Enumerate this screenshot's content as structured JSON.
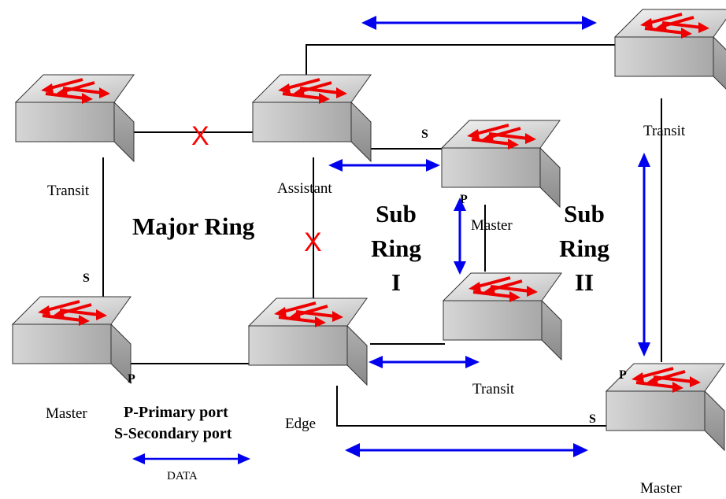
{
  "devices": [
    {
      "key": "transit-left",
      "label": "Transit"
    },
    {
      "key": "assistant",
      "label": "Assistant"
    },
    {
      "key": "transit-right",
      "label": "Transit"
    },
    {
      "key": "master-sub1",
      "label": "Master"
    },
    {
      "key": "master-left",
      "label": "Master"
    },
    {
      "key": "edge",
      "label": "Edge"
    },
    {
      "key": "transit-sub1",
      "label": "Transit"
    },
    {
      "key": "master-sub2",
      "label": "Master"
    }
  ],
  "rings": {
    "major": "Major Ring",
    "sub1": [
      "Sub",
      "Ring",
      "I"
    ],
    "sub2": [
      "Sub",
      "Ring",
      "II"
    ]
  },
  "ports": {
    "primary": "P",
    "secondary": "S"
  },
  "failures": {
    "mark": "X"
  },
  "legend": {
    "primary": "P-Primary port",
    "secondary": "S-Secondary port",
    "data": "DATA"
  },
  "colors": {
    "data_flow": "#0000ee",
    "failure": "#ff0000",
    "switch_arrow": "#ee0000",
    "switch_body": "#c8c8c8"
  }
}
